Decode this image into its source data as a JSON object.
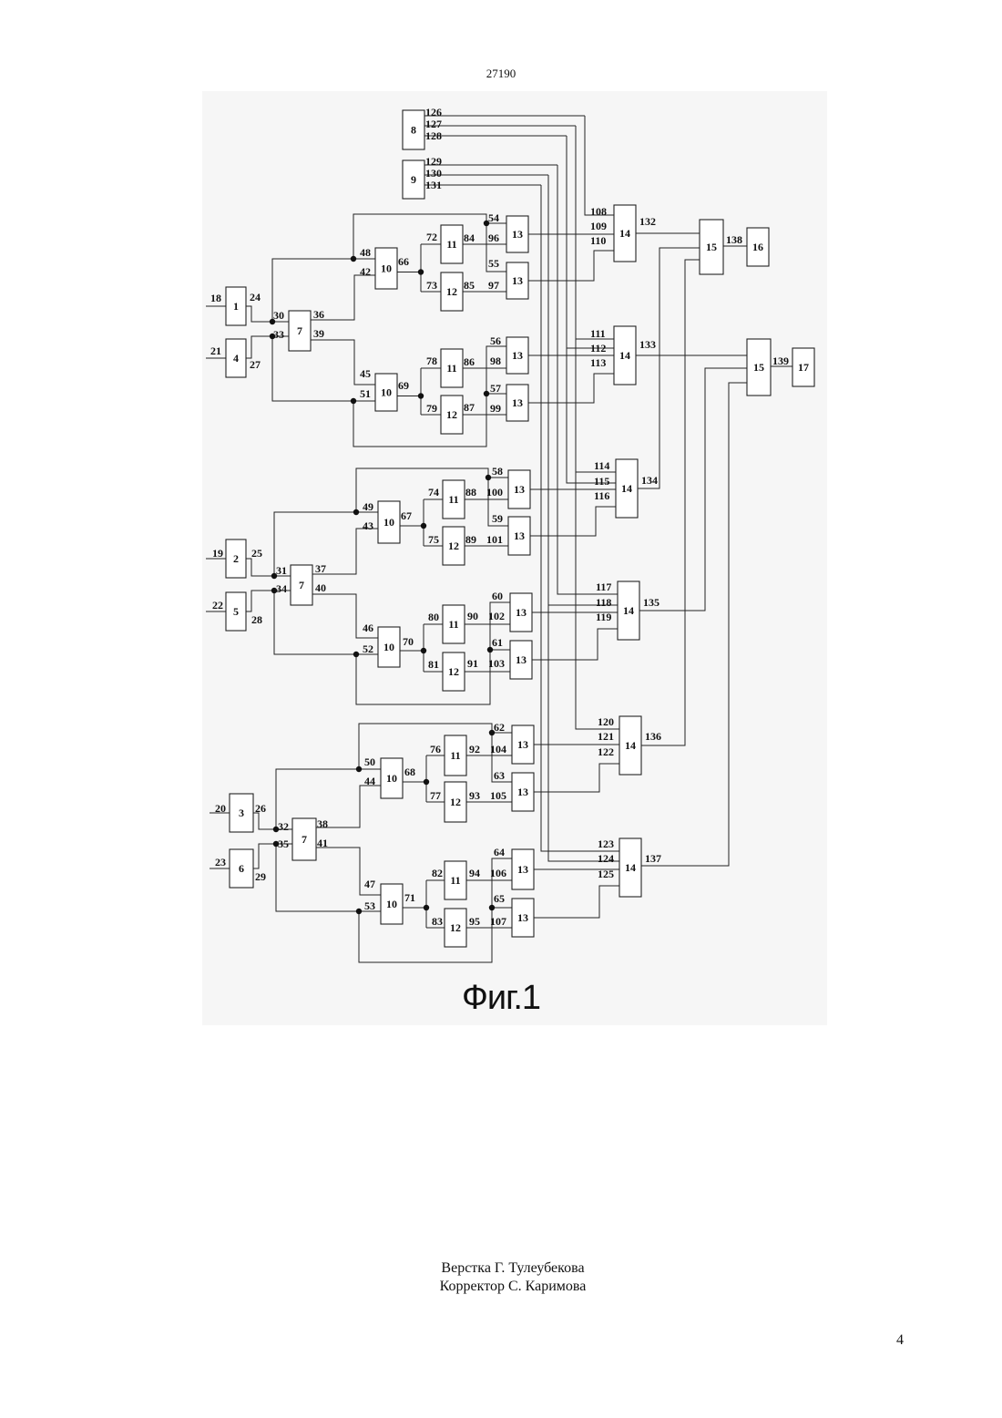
{
  "header": {
    "doc_number": "27190"
  },
  "figure": {
    "caption": "Фиг.1",
    "blocks": [
      {
        "id": "b8",
        "label": "8"
      },
      {
        "id": "b9",
        "label": "9"
      },
      {
        "id": "b1",
        "label": "1"
      },
      {
        "id": "b4",
        "label": "4"
      },
      {
        "id": "b2",
        "label": "2"
      },
      {
        "id": "b5",
        "label": "5"
      },
      {
        "id": "b3",
        "label": "3"
      },
      {
        "id": "b6",
        "label": "6"
      },
      {
        "id": "b7a",
        "label": "7"
      },
      {
        "id": "b7b",
        "label": "7"
      },
      {
        "id": "b7c",
        "label": "7"
      },
      {
        "id": "b10a",
        "label": "10"
      },
      {
        "id": "b10b",
        "label": "10"
      },
      {
        "id": "b10c",
        "label": "10"
      },
      {
        "id": "b10d",
        "label": "10"
      },
      {
        "id": "b10e",
        "label": "10"
      },
      {
        "id": "b10f",
        "label": "10"
      },
      {
        "id": "b11a",
        "label": "11"
      },
      {
        "id": "b11b",
        "label": "11"
      },
      {
        "id": "b11c",
        "label": "11"
      },
      {
        "id": "b11d",
        "label": "11"
      },
      {
        "id": "b11e",
        "label": "11"
      },
      {
        "id": "b11f",
        "label": "11"
      },
      {
        "id": "b12a",
        "label": "12"
      },
      {
        "id": "b12b",
        "label": "12"
      },
      {
        "id": "b12c",
        "label": "12"
      },
      {
        "id": "b12d",
        "label": "12"
      },
      {
        "id": "b12e",
        "label": "12"
      },
      {
        "id": "b12f",
        "label": "12"
      },
      {
        "id": "b13a",
        "label": "13"
      },
      {
        "id": "b13b",
        "label": "13"
      },
      {
        "id": "b13c",
        "label": "13"
      },
      {
        "id": "b13d",
        "label": "13"
      },
      {
        "id": "b13e",
        "label": "13"
      },
      {
        "id": "b13f",
        "label": "13"
      },
      {
        "id": "b13g",
        "label": "13"
      },
      {
        "id": "b13h",
        "label": "13"
      },
      {
        "id": "b13i",
        "label": "13"
      },
      {
        "id": "b13j",
        "label": "13"
      },
      {
        "id": "b13k",
        "label": "13"
      },
      {
        "id": "b13l",
        "label": "13"
      },
      {
        "id": "b14a",
        "label": "14"
      },
      {
        "id": "b14b",
        "label": "14"
      },
      {
        "id": "b14c",
        "label": "14"
      },
      {
        "id": "b14d",
        "label": "14"
      },
      {
        "id": "b14e",
        "label": "14"
      },
      {
        "id": "b14f",
        "label": "14"
      },
      {
        "id": "b15a",
        "label": "15"
      },
      {
        "id": "b15b",
        "label": "15"
      },
      {
        "id": "b16",
        "label": "16"
      },
      {
        "id": "b17",
        "label": "17"
      }
    ],
    "numbers": {
      "n18": "18",
      "n21": "21",
      "n19": "19",
      "n22": "22",
      "n20": "20",
      "n23": "23",
      "n24": "24",
      "n27": "27",
      "n25": "25",
      "n28": "28",
      "n26": "26",
      "n29": "29",
      "n30": "30",
      "n33": "33",
      "n31": "31",
      "n34": "34",
      "n32": "32",
      "n35": "35",
      "n36": "36",
      "n39": "39",
      "n37": "37",
      "n40": "40",
      "n38": "38",
      "n41": "41",
      "n42": "42",
      "n45": "45",
      "n43": "43",
      "n46": "46",
      "n44": "44",
      "n47": "47",
      "n48": "48",
      "n51": "51",
      "n49": "49",
      "n52": "52",
      "n50": "50",
      "n53": "53",
      "n54": "54",
      "n55": "55",
      "n56": "56",
      "n57": "57",
      "n58": "58",
      "n59": "59",
      "n60": "60",
      "n61": "61",
      "n62": "62",
      "n63": "63",
      "n64": "64",
      "n65": "65",
      "n66": "66",
      "n69": "69",
      "n67": "67",
      "n70": "70",
      "n68": "68",
      "n71": "71",
      "n72": "72",
      "n73": "73",
      "n78": "78",
      "n79": "79",
      "n74": "74",
      "n75": "75",
      "n80": "80",
      "n81": "81",
      "n76": "76",
      "n77": "77",
      "n82": "82",
      "n83": "83",
      "n84": "84",
      "n85": "85",
      "n86": "86",
      "n87": "87",
      "n88": "88",
      "n89": "89",
      "n90": "90",
      "n91": "91",
      "n92": "92",
      "n93": "93",
      "n94": "94",
      "n95": "95",
      "n96": "96",
      "n97": "97",
      "n98": "98",
      "n99": "99",
      "n100": "100",
      "n101": "101",
      "n102": "102",
      "n103": "103",
      "n104": "104",
      "n105": "105",
      "n106": "106",
      "n107": "107",
      "n108": "108",
      "n109": "109",
      "n110": "110",
      "n111": "111",
      "n112": "112",
      "n113": "113",
      "n114": "114",
      "n115": "115",
      "n116": "116",
      "n117": "117",
      "n118": "118",
      "n119": "119",
      "n120": "120",
      "n121": "121",
      "n122": "122",
      "n123": "123",
      "n124": "124",
      "n125": "125",
      "n126": "126",
      "n127": "127",
      "n128": "128",
      "n129": "129",
      "n130": "130",
      "n131": "131",
      "n132": "132",
      "n133": "133",
      "n134": "134",
      "n135": "135",
      "n136": "136",
      "n137": "137",
      "n138": "138",
      "n139": "139"
    }
  },
  "footer": {
    "layout_editor": "Верстка Г. Тулеубекова",
    "corrector": "Корректор С. Каримова",
    "page_number": "4"
  }
}
